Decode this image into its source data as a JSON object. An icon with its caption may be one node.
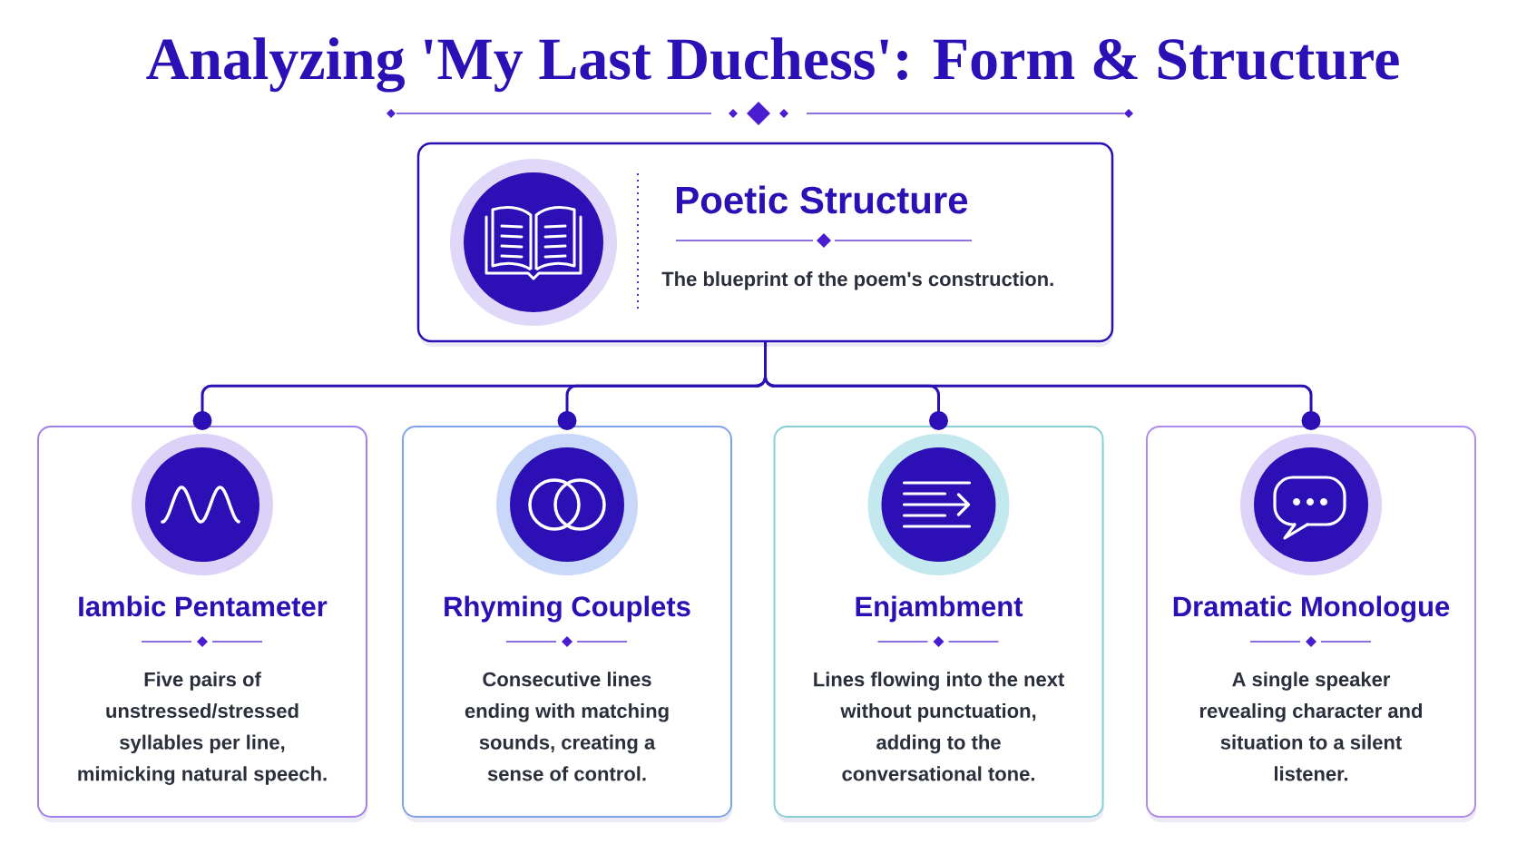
{
  "diagram": {
    "title": "Analyzing 'My Last Duchess': Form & Structure",
    "nodes": [
      {
        "text": [
          "Poetic Structure",
          "The blueprint of the poem's construction."
        ]
      },
      {
        "text": [
          "Iambic Pentameter",
          "Five pairs of unstressed/stressed syllables per line, mimicking natural speech."
        ]
      },
      {
        "text": [
          "Rhyming Couplets",
          "Consecutive lines ending with matching sounds, creating a sense of control."
        ]
      },
      {
        "text": [
          "Enjambment",
          "Lines flowing into the next without punctuation, adding to the conversational tone."
        ]
      },
      {
        "text": [
          "Dramatic Monologue",
          "A single speaker revealing character and situation to a silent listener."
        ]
      }
    ],
    "edges": [
      {
        "from": 0,
        "to": 1,
        "arrow": "other"
      },
      {
        "from": 0,
        "to": 2,
        "arrow": "other"
      },
      {
        "from": 0,
        "to": 3,
        "arrow": "other"
      },
      {
        "from": 0,
        "to": 4,
        "arrow": "other"
      }
    ]
  }
}
